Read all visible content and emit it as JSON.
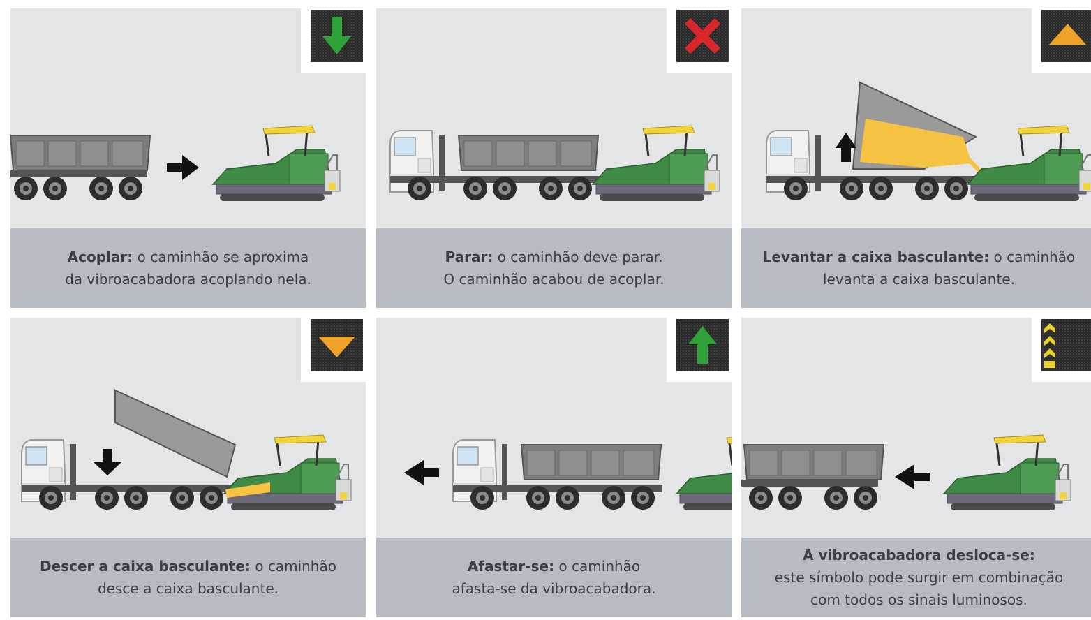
{
  "panels": [
    {
      "id": "acoplar",
      "title": "Acoplar:",
      "text": " o caminhão se aproxima",
      "line2": "da vibroacabadora acoplando nela.",
      "signal": "green-down-arrow",
      "signal_color": "#2fa33a"
    },
    {
      "id": "parar",
      "title": "Parar:",
      "text": " o caminhão deve parar.",
      "line2": "O caminhão acabou de acoplar.",
      "signal": "red-x",
      "signal_color": "#d9262b"
    },
    {
      "id": "levantar",
      "title": "Levantar a caixa basculante:",
      "text": " o caminhão",
      "line2": "levanta a caixa basculante.",
      "signal": "orange-up-triangle",
      "signal_color": "#f0a228"
    },
    {
      "id": "descer",
      "title": "Descer a caixa basculante:",
      "text": " o caminhão",
      "line2": "desce a caixa basculante.",
      "signal": "orange-down-triangle",
      "signal_color": "#f0a228"
    },
    {
      "id": "afastar",
      "title": "Afastar-se:",
      "text": " o caminhão",
      "line2": "afasta-se da vibroacabadora.",
      "signal": "green-up-arrow",
      "signal_color": "#2fa33a"
    },
    {
      "id": "desloca",
      "title": "A vibroacabadora desloca-se:",
      "text": "",
      "line2": "este símbolo pode surgir em combinação",
      "line3": "com todos os sinais luminosos.",
      "signal": "yellow-chevrons",
      "signal_color": "#e8d22a"
    }
  ],
  "colors": {
    "background": "#e3e5e7",
    "caption_bg": "#b7bcc3",
    "paver_green": "#3f8a45",
    "canopy_yellow": "#f2d43a",
    "asphalt_yellow": "#f5c242"
  }
}
